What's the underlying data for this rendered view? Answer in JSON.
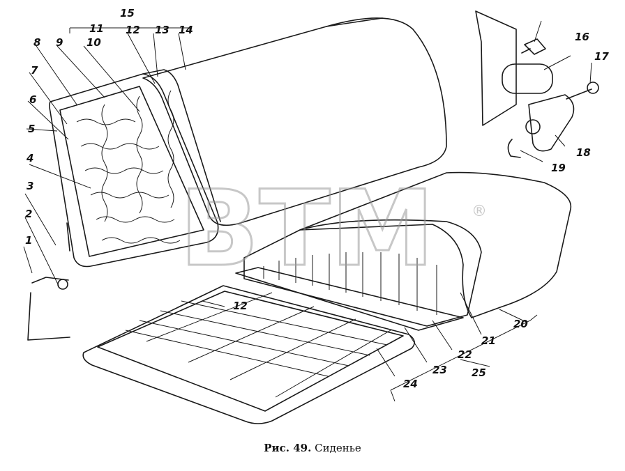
{
  "figure": {
    "caption_label": "Рис. 49.",
    "caption_title": "Сиденье",
    "watermark": "BTM",
    "watermark_mark": "®"
  },
  "callouts": [
    "1",
    "2",
    "3",
    "4",
    "5",
    "6",
    "7",
    "8",
    "9",
    "10",
    "11",
    "12",
    "13",
    "14",
    "15",
    "16",
    "17",
    "18",
    "19",
    "20",
    "21",
    "22",
    "23",
    "24",
    "25"
  ],
  "colors": {
    "ink": "#1a1a1a",
    "paper": "#ffffff",
    "watermark": "#c8c8c8"
  }
}
